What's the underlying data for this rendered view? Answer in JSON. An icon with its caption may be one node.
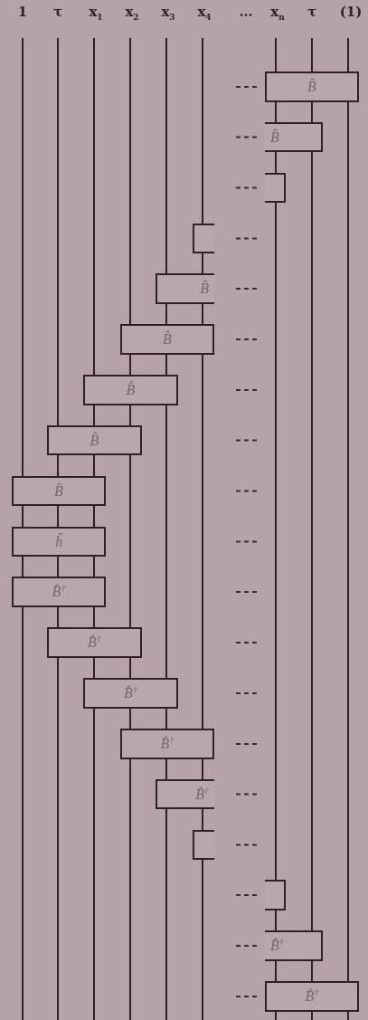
{
  "diagram": {
    "nodes": [
      {
        "text": [
          "B̂"
        ]
      },
      {
        "text": [
          "B̂"
        ]
      },
      {
        "text": [],
        "shape": "box"
      },
      {
        "text": [],
        "shape": "box"
      },
      {
        "text": [
          "B̂"
        ]
      },
      {
        "text": [
          "B̂"
        ]
      },
      {
        "text": [
          "B̂"
        ]
      },
      {
        "text": [
          "B̂"
        ]
      },
      {
        "text": [
          "B̂"
        ]
      },
      {
        "text": [
          "ĥ"
        ]
      },
      {
        "text": [
          "B̂$^{†}$"
        ]
      },
      {
        "text": [
          "B̂$^{†}$"
        ]
      },
      {
        "text": [
          "B̂$^{†}$"
        ]
      },
      {
        "text": [
          "B̂$^{†}$"
        ]
      },
      {
        "text": [
          "B̂$^{†}$"
        ]
      },
      {
        "text": [],
        "shape": "box"
      },
      {
        "text": [],
        "shape": "box"
      },
      {
        "text": [
          "B̂$^{†}$"
        ]
      },
      {
        "text": [
          "B̂$^{†}$"
        ]
      }
    ],
    "labels": [
      "1",
      "τ",
      "x$_{1}$",
      "x$_{2}$",
      "x$_{3}$",
      "x$_{4}$",
      "…",
      "x$_{n}$",
      "τ",
      "(1)"
    ]
  }
}
